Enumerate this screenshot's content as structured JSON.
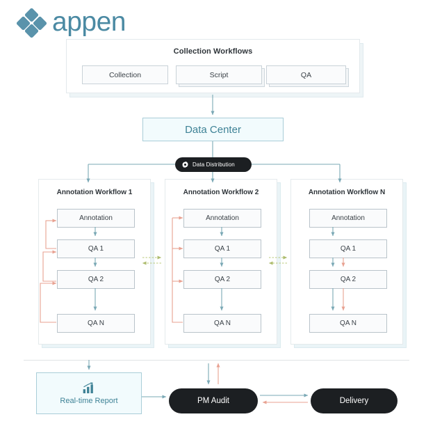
{
  "brand": {
    "name": "appen",
    "logo_icon": "appen-diamond-logo",
    "color": "#4b8aa3"
  },
  "colors": {
    "teal": "#7aa8b5",
    "teal_text": "#3e8296",
    "salmon": "#e8a191",
    "green_dotted": "#b9c97a",
    "black_pill": "#1c1f22",
    "panel_border": "#e4eaec",
    "box_border": "#b9c3ca"
  },
  "collection_workflows": {
    "title": "Collection Workflows",
    "boxes": [
      {
        "label": "Collection",
        "stacked": false
      },
      {
        "label": "Script",
        "stacked": true
      },
      {
        "label": "QA",
        "stacked": true
      }
    ]
  },
  "data_center": {
    "label": "Data Center"
  },
  "data_distribution": {
    "label": "Data Distribution",
    "icon": "gear-icon"
  },
  "annotation_workflows": [
    {
      "title": "Annotation Workflow 1",
      "stages": [
        "Annotation",
        "QA 1",
        "QA 2",
        "QA N"
      ]
    },
    {
      "title": "Annotation Workflow 2",
      "stages": [
        "Annotation",
        "QA 1",
        "QA 2",
        "QA N"
      ]
    },
    {
      "title": "Annotation Workflow N",
      "stages": [
        "Annotation",
        "QA 1",
        "QA 2",
        "QA N"
      ]
    }
  ],
  "bottom": {
    "realtime_report": {
      "label": "Real-time Report",
      "icon": "bar-chart-trend-icon"
    },
    "pm_audit": {
      "label": "PM Audit"
    },
    "delivery": {
      "label": "Delivery"
    }
  }
}
